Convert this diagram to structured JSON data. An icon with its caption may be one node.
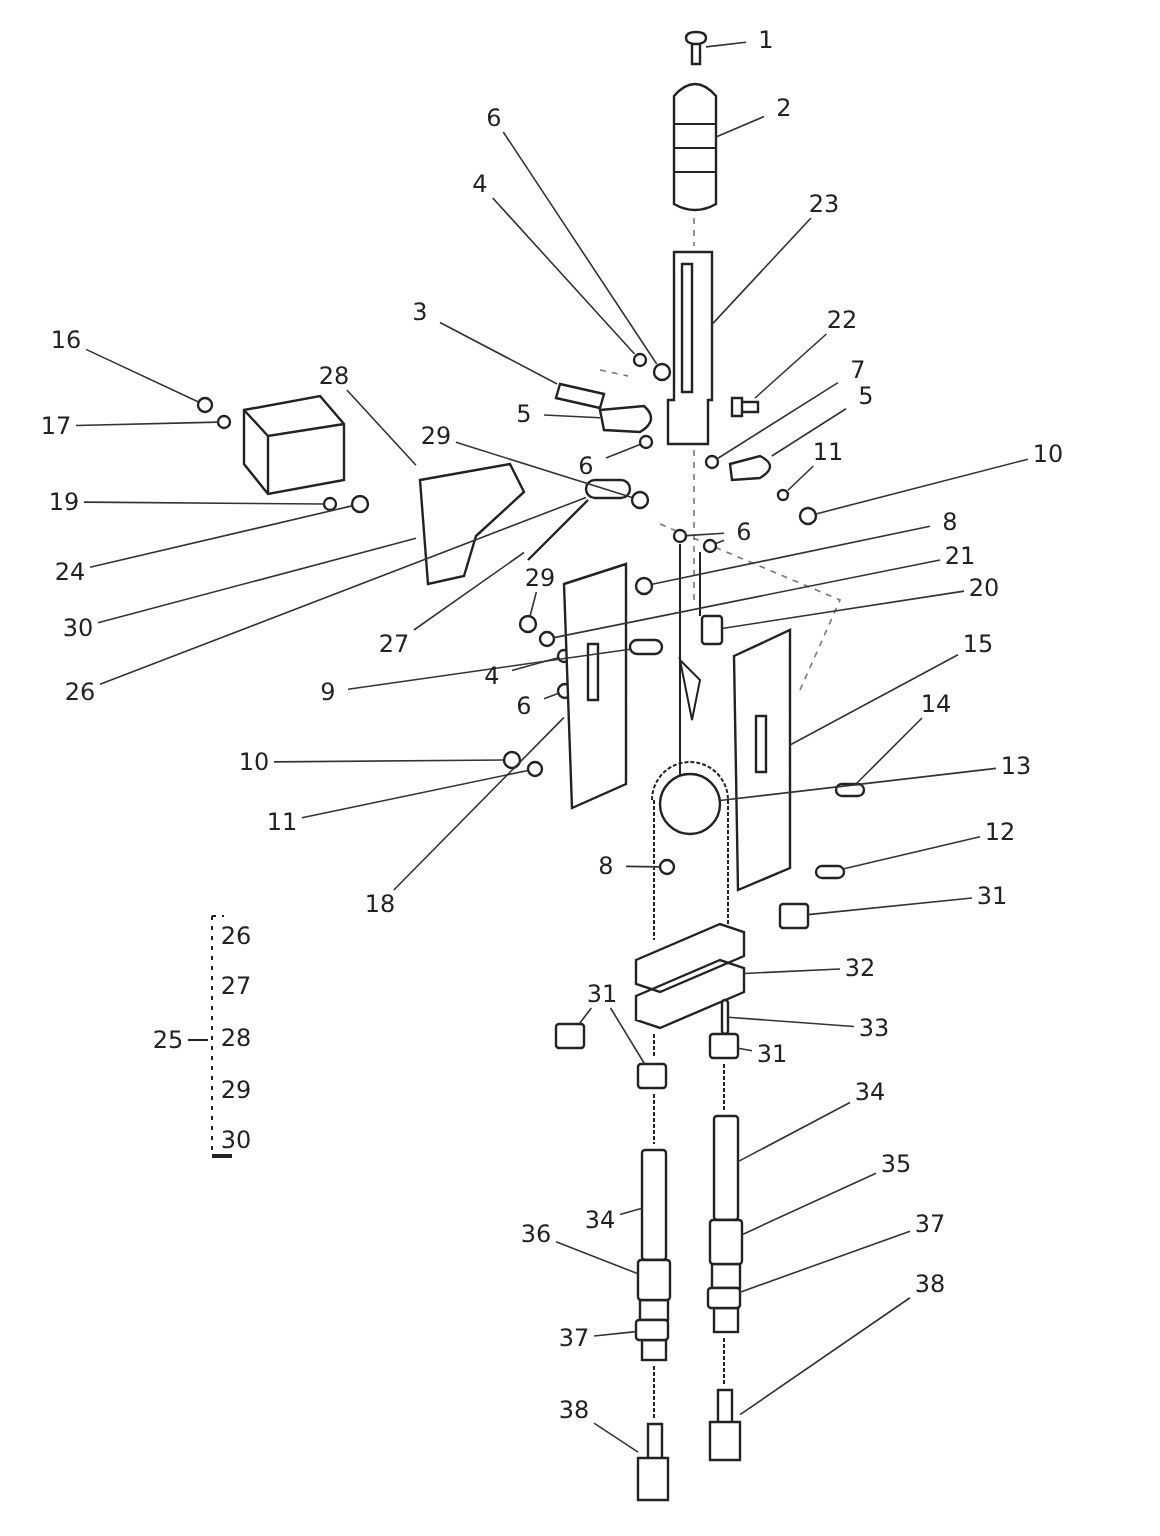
{
  "diagram": {
    "nodes": [
      {
        "text": [
          "1"
        ]
      },
      {
        "text": [
          "2"
        ]
      },
      {
        "text": [
          "6"
        ]
      },
      {
        "text": [
          "4"
        ]
      },
      {
        "text": [
          "23"
        ]
      },
      {
        "text": [
          "3"
        ]
      },
      {
        "text": [
          "22"
        ]
      },
      {
        "text": [
          "16"
        ]
      },
      {
        "text": [
          "5"
        ]
      },
      {
        "text": [
          "7"
        ]
      },
      {
        "text": [
          "17"
        ]
      },
      {
        "text": [
          "28"
        ]
      },
      {
        "text": [
          "5"
        ]
      },
      {
        "text": [
          "6"
        ]
      },
      {
        "text": [
          "29"
        ]
      },
      {
        "text": [
          "11"
        ]
      },
      {
        "text": [
          "10"
        ]
      },
      {
        "text": [
          "19"
        ]
      },
      {
        "text": [
          "6"
        ]
      },
      {
        "text": [
          "24"
        ]
      },
      {
        "text": [
          "8"
        ]
      },
      {
        "text": [
          "21"
        ]
      },
      {
        "text": [
          "29"
        ]
      },
      {
        "text": [
          "20"
        ]
      },
      {
        "text": [
          "30"
        ]
      },
      {
        "text": [
          "27"
        ]
      },
      {
        "text": [
          "15"
        ]
      },
      {
        "text": [
          "26"
        ]
      },
      {
        "text": [
          "9"
        ]
      },
      {
        "text": [
          "4"
        ]
      },
      {
        "text": [
          "6"
        ]
      },
      {
        "text": [
          "14"
        ]
      },
      {
        "text": [
          "10"
        ]
      },
      {
        "text": [
          "13"
        ]
      },
      {
        "text": [
          "11"
        ]
      },
      {
        "text": [
          "12"
        ]
      },
      {
        "text": [
          "18"
        ]
      },
      {
        "text": [
          "8"
        ]
      },
      {
        "text": [
          "31"
        ]
      },
      {
        "text": [
          "32"
        ]
      },
      {
        "text": [
          "31"
        ]
      },
      {
        "text": [
          "33"
        ]
      },
      {
        "text": [
          "31"
        ]
      },
      {
        "text": [
          "34"
        ]
      },
      {
        "text": [
          "35"
        ]
      },
      {
        "text": [
          "34"
        ]
      },
      {
        "text": [
          "37"
        ]
      },
      {
        "text": [
          "36"
        ]
      },
      {
        "text": [
          "38"
        ]
      },
      {
        "text": [
          "37"
        ]
      },
      {
        "text": [
          "38"
        ]
      },
      {
        "text": [],
        "shape": "picture"
      },
      {
        "text": [],
        "shape": "cylinder"
      },
      {
        "text": [],
        "shape": "circle"
      },
      {
        "text": [],
        "shape": "circle"
      },
      {
        "text": [],
        "shape": "box"
      },
      {
        "text": [],
        "shape": "picture"
      },
      {
        "text": [],
        "shape": "box"
      },
      {
        "text": [],
        "shape": "circle"
      },
      {
        "text": [],
        "shape": "box"
      },
      {
        "text": [],
        "shape": "circle"
      },
      {
        "text": [],
        "shape": "circle"
      },
      {
        "text": [],
        "shape": "picture"
      },
      {
        "text": [],
        "shape": "box"
      },
      {
        "text": [],
        "shape": "circle"
      },
      {
        "text": [],
        "shape": "circle"
      },
      {
        "text": [],
        "shape": "circle"
      },
      {
        "text": [],
        "shape": "circle"
      },
      {
        "text": [],
        "shape": "circle"
      },
      {
        "text": [],
        "shape": "circle"
      },
      {
        "text": [],
        "shape": "circle"
      },
      {
        "text": [],
        "shape": "circle"
      },
      {
        "text": [],
        "shape": "circle"
      },
      {
        "text": [],
        "shape": "circle"
      },
      {
        "text": [],
        "shape": "circle"
      },
      {
        "text": [],
        "shape": "box"
      },
      {
        "text": [],
        "shape": "picture"
      },
      {
        "text": [],
        "shape": "box"
      },
      {
        "text": [],
        "shape": "bar"
      },
      {
        "text": [],
        "shape": "bar"
      },
      {
        "text": [],
        "shape": "circle"
      },
      {
        "text": [],
        "shape": "circle"
      },
      {
        "text": [],
        "shape": "bar"
      },
      {
        "text": [],
        "shape": "circle"
      },
      {
        "text": [],
        "shape": "circle"
      },
      {
        "text": [],
        "shape": "circle"
      },
      {
        "text": [],
        "shape": "bar"
      },
      {
        "text": [],
        "shape": "box"
      },
      {
        "text": [],
        "shape": "circle"
      },
      {
        "text": [],
        "shape": "box"
      },
      {
        "text": [],
        "shape": "picture"
      },
      {
        "text": [],
        "shape": "box"
      },
      {
        "text": [],
        "shape": "box"
      },
      {
        "text": [],
        "shape": "bar"
      },
      {
        "text": [],
        "shape": "box"
      },
      {
        "text": [],
        "shape": "box"
      },
      {
        "text": [],
        "shape": "box"
      },
      {
        "text": [],
        "shape": "box"
      },
      {
        "text": [],
        "shape": "box"
      },
      {
        "text": [],
        "shape": "box"
      },
      {
        "text": [],
        "shape": "box"
      },
      {
        "text": [],
        "shape": "box"
      },
      {
        "text": [],
        "shape": "box"
      }
    ],
    "edges": [
      {
        "from": 0,
        "to": 51,
        "arrow": "none"
      },
      {
        "from": 1,
        "to": 52,
        "arrow": "none"
      },
      {
        "from": 2,
        "to": 53,
        "arrow": "none"
      },
      {
        "from": 3,
        "to": 54,
        "arrow": "none"
      },
      {
        "from": 4,
        "to": 55,
        "arrow": "none"
      },
      {
        "from": 5,
        "to": 56,
        "arrow": "none"
      },
      {
        "from": 6,
        "to": 57,
        "arrow": "none"
      },
      {
        "from": 7,
        "to": 58,
        "arrow": "none"
      },
      {
        "from": 8,
        "to": 59,
        "arrow": "none"
      },
      {
        "from": 9,
        "to": 60,
        "arrow": "none"
      },
      {
        "from": 10,
        "to": 61,
        "arrow": "none"
      },
      {
        "from": 11,
        "to": 62,
        "arrow": "none"
      },
      {
        "from": 12,
        "to": 63,
        "arrow": "none"
      },
      {
        "from": 13,
        "to": 64,
        "arrow": "none"
      },
      {
        "from": 14,
        "to": 65,
        "arrow": "none"
      },
      {
        "from": 15,
        "to": 66,
        "arrow": "none"
      },
      {
        "from": 16,
        "to": 67,
        "arrow": "none"
      },
      {
        "from": 17,
        "to": 68,
        "arrow": "none"
      },
      {
        "from": 18,
        "to": 69,
        "arrow": "none"
      },
      {
        "from": 18,
        "to": 70,
        "arrow": "none"
      },
      {
        "from": 19,
        "to": 71,
        "arrow": "none"
      },
      {
        "from": 20,
        "to": 72,
        "arrow": "none"
      },
      {
        "from": 21,
        "to": 73,
        "arrow": "none"
      },
      {
        "from": 22,
        "to": 74,
        "arrow": "none"
      },
      {
        "from": 23,
        "to": 75,
        "arrow": "none"
      },
      {
        "from": 24,
        "to": 62,
        "arrow": "none"
      },
      {
        "from": 25,
        "to": 76,
        "arrow": "none"
      },
      {
        "from": 26,
        "to": 77,
        "arrow": "none"
      },
      {
        "from": 27,
        "to": 78,
        "arrow": "none"
      },
      {
        "from": 28,
        "to": 79,
        "arrow": "none"
      },
      {
        "from": 29,
        "to": 80,
        "arrow": "none"
      },
      {
        "from": 30,
        "to": 81,
        "arrow": "none"
      },
      {
        "from": 31,
        "to": 82,
        "arrow": "none"
      },
      {
        "from": 32,
        "to": 83,
        "arrow": "none"
      },
      {
        "from": 33,
        "to": 84,
        "arrow": "none"
      },
      {
        "from": 34,
        "to": 85,
        "arrow": "none"
      },
      {
        "from": 35,
        "to": 86,
        "arrow": "none"
      },
      {
        "from": 36,
        "to": 87,
        "arrow": "none"
      },
      {
        "from": 37,
        "to": 88,
        "arrow": "none"
      },
      {
        "from": 38,
        "to": 89,
        "arrow": "none"
      },
      {
        "from": 39,
        "to": 90,
        "arrow": "none"
      },
      {
        "from": 40,
        "to": 91,
        "arrow": "none"
      },
      {
        "from": 40,
        "to": 92,
        "arrow": "none"
      },
      {
        "from": 41,
        "to": 93,
        "arrow": "none"
      },
      {
        "from": 42,
        "to": 94,
        "arrow": "none"
      },
      {
        "from": 43,
        "to": 95,
        "arrow": "none"
      },
      {
        "from": 44,
        "to": 96,
        "arrow": "none"
      },
      {
        "from": 45,
        "to": 97,
        "arrow": "none"
      },
      {
        "from": 46,
        "to": 98,
        "arrow": "none"
      },
      {
        "from": 47,
        "to": 99,
        "arrow": "none"
      },
      {
        "from": 48,
        "to": 100,
        "arrow": "none"
      },
      {
        "from": 49,
        "to": 101,
        "arrow": "none"
      },
      {
        "from": 50,
        "to": 102,
        "arrow": "none"
      }
    ],
    "labels": [
      "26",
      "27",
      "25",
      "28",
      "29",
      "30"
    ]
  }
}
